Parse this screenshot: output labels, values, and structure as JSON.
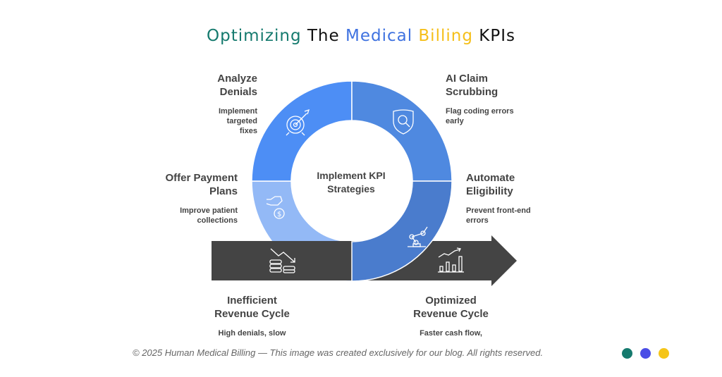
{
  "title": {
    "part1": "Optimizing",
    "part2": "The",
    "part3": "Medical",
    "part4": "Billing",
    "part5": "KPIs"
  },
  "center_label": "Implement KPI Strategies",
  "segments": [
    {
      "title": "Analyze Denials",
      "desc": "Implement targeted fixes",
      "icon": "target-icon"
    },
    {
      "title": "AI Claim Scrubbing",
      "desc": "Flag coding errors early",
      "icon": "shield-search-icon"
    },
    {
      "title": "Automate Eligibility",
      "desc": "Prevent front-end errors",
      "icon": "robot-arm-icon"
    },
    {
      "title": "Offer Payment Plans",
      "desc": "Improve patient collections",
      "icon": "hand-money-icon"
    }
  ],
  "states": [
    {
      "title": "Inefficient Revenue Cycle",
      "desc": "High denials, slow",
      "icon": "declining-coins-icon"
    },
    {
      "title": "Optimized Revenue Cycle",
      "desc": "Faster cash flow,",
      "icon": "growth-chart-icon"
    }
  ],
  "footer": "© 2025 Human Medical Billing — This image was created exclusively for our blog. All rights reserved.",
  "colors": {
    "teal": "#157a6e",
    "blue": "#4a4de6",
    "yellow": "#f5c518",
    "seg_tl": "#4d8ef5",
    "seg_tr": "#4f89e0",
    "seg_br": "#4a7ccd",
    "seg_bl": "#93b9f6",
    "arrow": "#444444"
  }
}
